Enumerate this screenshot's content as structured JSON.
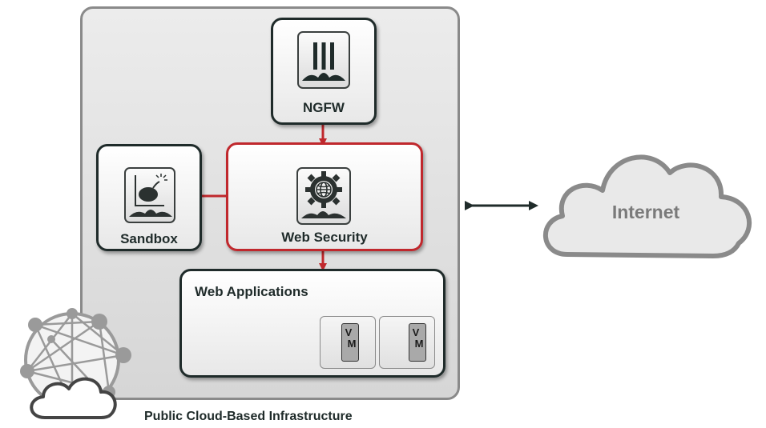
{
  "nodes": {
    "ngfw": {
      "label": "NGFW"
    },
    "web_security": {
      "label": "Web Security"
    },
    "sandbox": {
      "label": "Sandbox"
    },
    "web_applications": {
      "label": "Web Applications"
    },
    "internet": {
      "label": "Internet"
    }
  },
  "vm_cards": [
    {
      "line1": "V",
      "line2": "M"
    },
    {
      "line1": "V",
      "line2": "M"
    }
  ],
  "infrastructure_label": "Public Cloud-Based Infrastructure",
  "colors": {
    "highlight": "#c0282d",
    "node_border": "#1f2b2a",
    "container_border": "#8a8a8a",
    "cloud_stroke": "#8a8a8a",
    "internet_text": "#7a7a7a"
  },
  "icons": {
    "ngfw": "firewall-icon",
    "web_security": "gear-globe-icon",
    "sandbox": "bomb-icon",
    "network": "network-globe-icon"
  }
}
